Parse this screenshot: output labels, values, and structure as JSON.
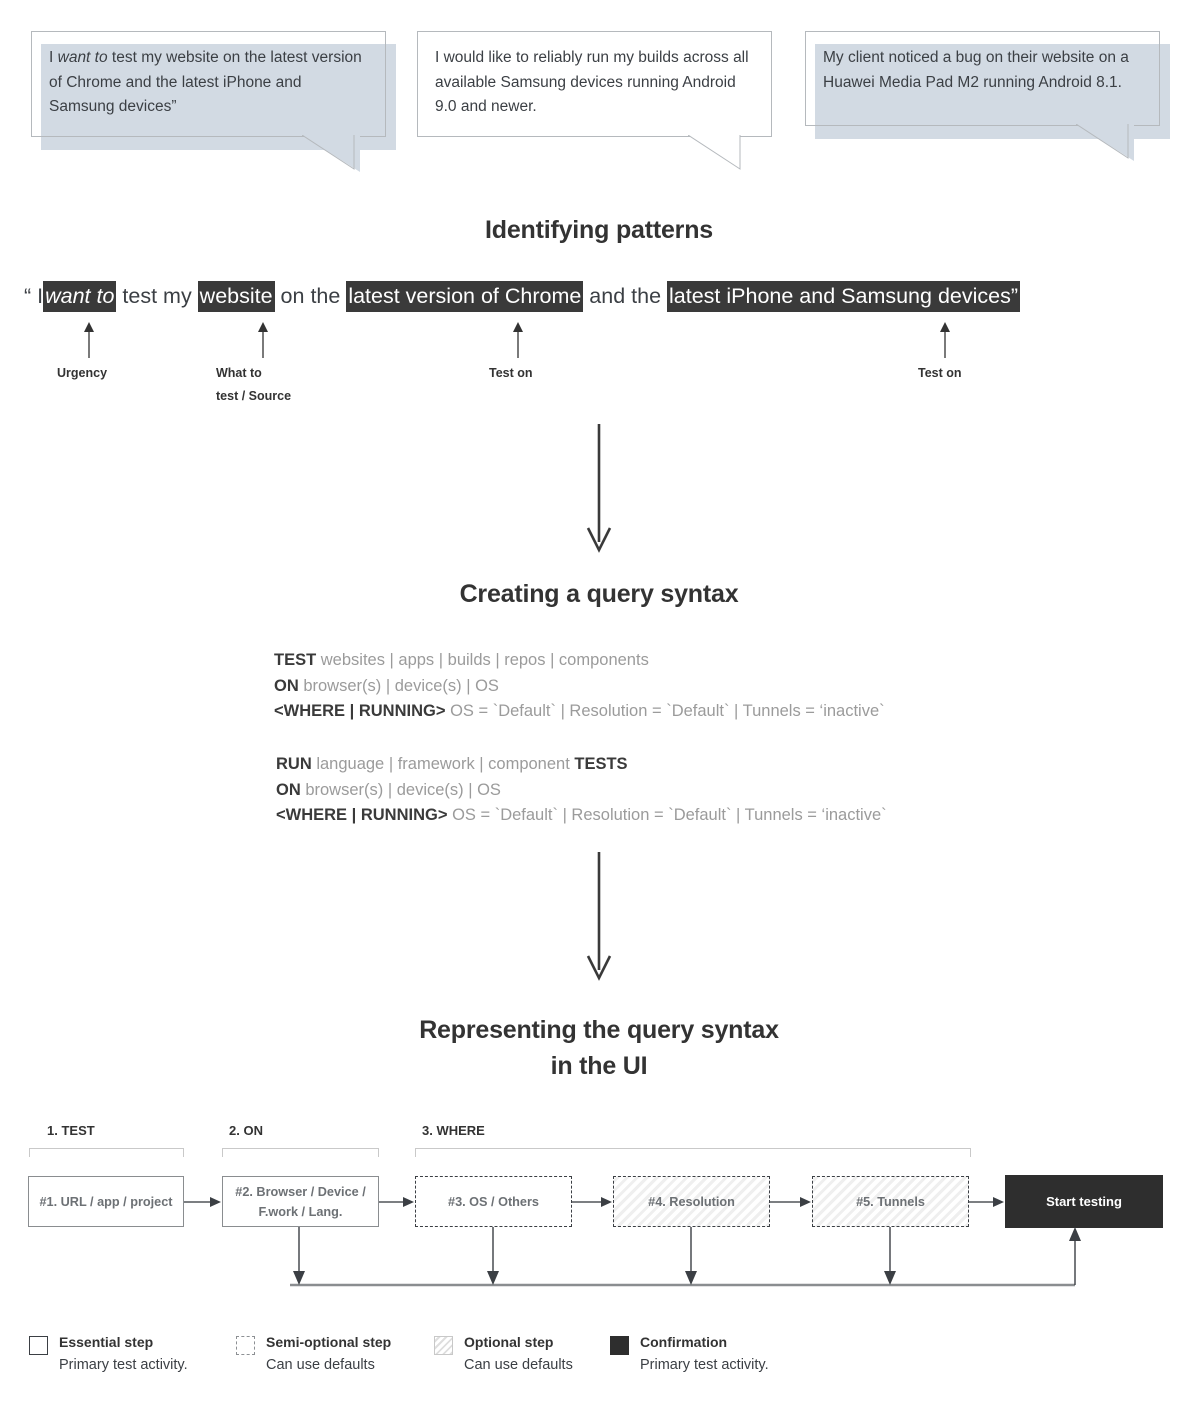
{
  "bubbles": [
    {
      "id": "bubble-1",
      "text": "I want to test my website on the latest version of Chrome and the latest iPhone and Samsung devices”",
      "italic_fragment": "want to",
      "style": "filled"
    },
    {
      "id": "bubble-2",
      "text": "I would like to reliably run my builds across all available Samsung devices running Android 9.0 and newer.",
      "style": "plain"
    },
    {
      "id": "bubble-3",
      "text": "My client noticed a bug on their website on a Huawei Media Pad M2 running Android 8.1.",
      "style": "filled"
    }
  ],
  "sections": {
    "identifying": {
      "title": "Identifying patterns"
    },
    "query": {
      "title": "Creating a query syntax"
    },
    "ui": {
      "title_line1": "Representing the query syntax",
      "title_line2": "in the UI"
    }
  },
  "pattern": {
    "open_quote": "“ I",
    "seg_urgency": "want to",
    "text_1": "test my",
    "seg_what": "website",
    "text_2": "on the",
    "seg_chrome": "latest version of Chrome",
    "text_3": "and the",
    "seg_devices": "latest iPhone and Samsung devices”",
    "labels": [
      {
        "name": "urgency",
        "line1": "Urgency",
        "line2": ""
      },
      {
        "name": "what-to-test",
        "line1": "What to",
        "line2": "test / Source"
      },
      {
        "name": "test-on-chrome",
        "line1": "Test on",
        "line2": ""
      },
      {
        "name": "test-on-devices",
        "line1": "Test on",
        "line2": ""
      }
    ]
  },
  "syntax_block_1": {
    "line1": {
      "keyword": "TEST",
      "rest": " websites | apps | builds | repos | components"
    },
    "line2": {
      "keyword": "ON",
      "rest": " browser(s) | device(s) | OS"
    },
    "line3": {
      "keyword": "<WHERE | RUNNING>",
      "rest": " OS = `Default` | Resolution = `Default` | Tunnels = ‘inactive`"
    }
  },
  "syntax_block_2": {
    "line1_kw": "RUN",
    "line1_mid": " language | framework | component ",
    "line1_kw2": "TESTS",
    "line2": {
      "keyword": "ON",
      "rest": " browser(s) | device(s) | OS"
    },
    "line3": {
      "keyword": "<WHERE | RUNNING>",
      "rest": " OS = `Default` | Resolution = `Default` | Tunnels = ‘inactive`"
    }
  },
  "flow": {
    "groups": [
      {
        "name": "test",
        "label": "1. TEST"
      },
      {
        "name": "on",
        "label": "2. ON"
      },
      {
        "name": "where",
        "label": "3. WHERE"
      }
    ],
    "steps": [
      {
        "name": "step-url-app-project",
        "label": "#1. URL / app / project",
        "kind": "essential"
      },
      {
        "name": "step-browser-device",
        "label": "#2. Browser / Device / F.work / Lang.",
        "kind": "essential"
      },
      {
        "name": "step-os-others",
        "label": "#3. OS / Others",
        "kind": "semi-optional"
      },
      {
        "name": "step-resolution",
        "label": "#4. Resolution",
        "kind": "optional"
      },
      {
        "name": "step-tunnels",
        "label": "#5. Tunnels",
        "kind": "optional"
      }
    ],
    "cta": {
      "name": "start-testing-button",
      "label": "Start testing"
    }
  },
  "legend": [
    {
      "name": "essential",
      "swatch": "square-outline-icon",
      "title": "Essential step",
      "sub": "Primary test activity."
    },
    {
      "name": "semi-optional",
      "swatch": "square-dashed-icon",
      "title": "Semi-optional step",
      "sub": "Can use defaults"
    },
    {
      "name": "optional",
      "swatch": "square-hatched-icon",
      "title": "Optional step",
      "sub": "Can use defaults"
    },
    {
      "name": "confirmation",
      "swatch": "square-filled-icon",
      "title": "Confirmation",
      "sub": "Primary test activity."
    }
  ],
  "colors": {
    "ink": "#333333",
    "muted": "#9b9b9b",
    "highlight_bg": "#3a3a3a",
    "bubble_fill": "#d2dae3",
    "confirm_bg": "#2e2e2e"
  }
}
